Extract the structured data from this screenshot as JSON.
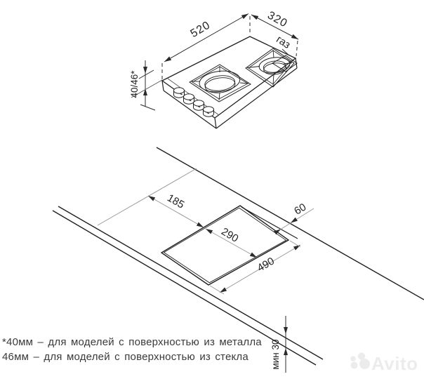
{
  "top_diagram": {
    "width_mm": "520",
    "depth_mm": "320",
    "gas_label": "газ",
    "height_mm": "40/46*"
  },
  "installation_diagram": {
    "side_offset_mm": "185",
    "cutout_width_mm": "290",
    "cutout_length_mm": "490",
    "back_gap_mm": "60",
    "countertop_min_thickness": "мин 30"
  },
  "footnotes": {
    "metal": "*40мм – для моделей с поверхностью из металла",
    "glass": "46мм – для моделей с поверхностью из стекла"
  },
  "watermark": {
    "brand": "Avito"
  },
  "colors": {
    "line": "#1f1f1f",
    "dim_line": "#9a9a9a",
    "arrow": "#2b2b2b",
    "label_text": "#222222",
    "footnote_text": "#3a3a3a",
    "watermark": "#ececec"
  }
}
